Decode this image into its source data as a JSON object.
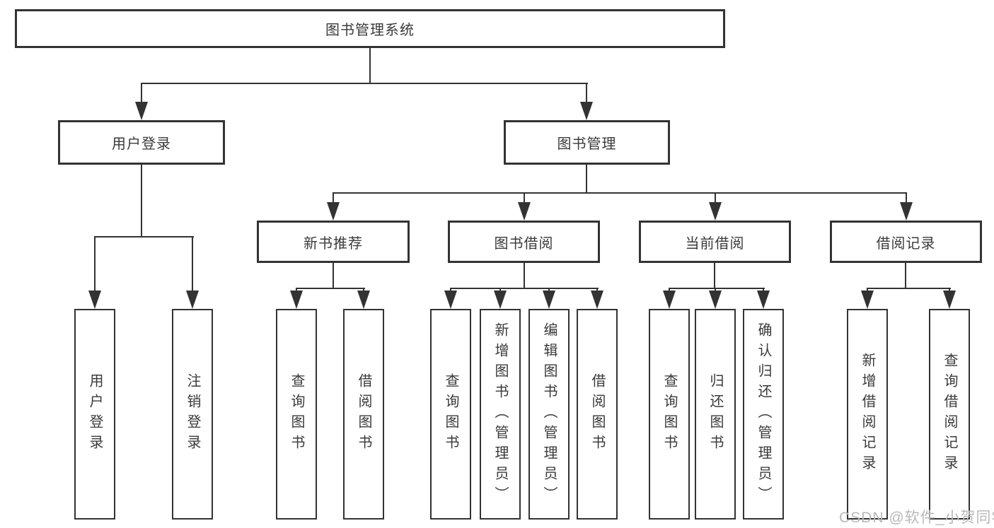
{
  "tree": {
    "root": {
      "label": "图书管理系统",
      "children": [
        {
          "label": "用户登录",
          "children": [
            {
              "label": "用户登录"
            },
            {
              "label": "注销登录"
            }
          ]
        },
        {
          "label": "图书管理",
          "children": [
            {
              "label": "新书推荐",
              "children": [
                {
                  "label": "查询图书"
                },
                {
                  "label": "借阅图书"
                }
              ]
            },
            {
              "label": "图书借阅",
              "children": [
                {
                  "label": "查询图书"
                },
                {
                  "label": "新增图书（管理员）"
                },
                {
                  "label": "编辑图书（管理员）"
                },
                {
                  "label": "借阅图书"
                }
              ]
            },
            {
              "label": "当前借阅",
              "children": [
                {
                  "label": "查询图书"
                },
                {
                  "label": "归还图书"
                },
                {
                  "label": "确认归还（管理员）"
                }
              ]
            },
            {
              "label": "借阅记录",
              "children": [
                {
                  "label": "新增借阅记录"
                },
                {
                  "label": "查询借阅记录"
                }
              ]
            }
          ]
        }
      ]
    }
  },
  "watermark": {
    "text": "CSDN @软件_小贺同学"
  },
  "icons": {
    "arrow": "filled-triangle-down"
  },
  "colors": {
    "line": "#333333",
    "text": "#3a3a3a",
    "background": "#ffffff",
    "watermark": "#b9b9b9"
  }
}
